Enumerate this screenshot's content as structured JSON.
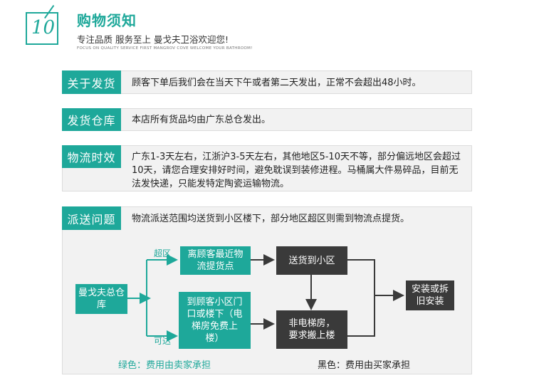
{
  "header": {
    "logo_text": "10",
    "title": "购物须知",
    "subtitle": "专注品质 服务至上 曼戈夫卫浴欢迎您!",
    "subtitle_en": "FOCUS ON QUALITY SERVICE FIRST MANGROV COVE WELCOME YOUR BATHROOM!"
  },
  "sections": [
    {
      "tag": "关于发货",
      "text": "顾客下单后我们会在当天下午或者第二天发出，正常不会超出48小时。"
    },
    {
      "tag": "发货仓库",
      "text": "本店所有货品均由广东总仓发出。"
    },
    {
      "tag": "物流时效",
      "text": "广东1-3天左右，江浙沪3-5天左右，其他地区5-10天不等，部分偏远地区会超过10天，请您合理安排好时间，避免耽误到装修进程。马桶属大件易碎品，目前无法发快递，只能发特定陶瓷运输物流。"
    },
    {
      "tag": "派送问题",
      "text": "物流派送范围均送货到小区楼下，部分地区超区则需到物流点提货。"
    }
  ],
  "flow": {
    "origin": "曼戈夫总仓库",
    "label_over": "超区",
    "label_ok": "可达",
    "pickup": "离顾客最近物流提货点",
    "door": "到顾客小区门口或楼下（电梯房免费上楼）",
    "deliver": "送货到小区",
    "no_elevator": "非电梯房，要求搬上楼",
    "install": "安装或拆旧安装",
    "legend_green": "绿色：费用由卖家承担",
    "legend_black": "黑色：费用由买家承担"
  },
  "colors": {
    "accent": "#1ea89a",
    "dark_box": "#3a3a3a",
    "panel": "#f2f2f2"
  }
}
